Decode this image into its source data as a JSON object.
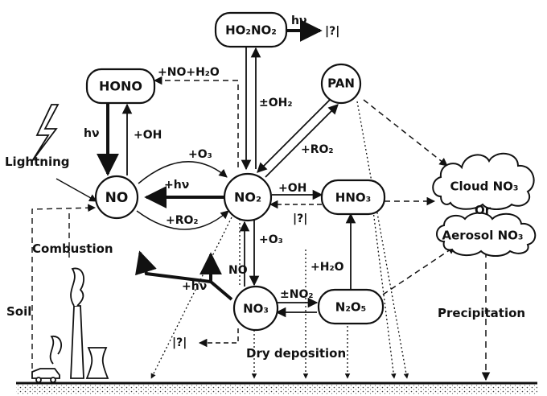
{
  "species": {
    "hono2no2": "HO₂NO₂",
    "hono": "HONO",
    "pan": "PAN",
    "no": "NO",
    "no2": "NO₂",
    "hno3": "HNO₃",
    "no3": "NO₃",
    "n2o5": "N₂O₅",
    "cloud_no3": "Cloud NO₃",
    "aerosol_no3": "Aerosol NO₃"
  },
  "reactions": {
    "hv_top": "hν",
    "unknown_top": "|?|",
    "no_h2o": "+NO+H₂O",
    "pm_oh2": "±OH₂",
    "hv_left": "hν",
    "oh_left": "+OH",
    "o3_top": "+O₃",
    "ro2_pan": "+RO₂",
    "hv_mid": "+hν",
    "ro2_mid": "+RO₂",
    "oh_mid": "+OH",
    "unknown_mid": "|?|",
    "o3_down": "+O₃",
    "h2o": "+H₂O",
    "no_label": "NO",
    "hv_low": "+hν",
    "pm_no2": "±NO₂",
    "unknown_low": "|?|"
  },
  "sources_sinks": {
    "lightning": "Lightning",
    "combustion": "Combustion",
    "soil": "Soil",
    "or": "Or",
    "precipitation": "Precipitation",
    "dry_deposition": "Dry deposition"
  },
  "colors": {
    "ink": "#111111",
    "background": "#ffffff"
  }
}
